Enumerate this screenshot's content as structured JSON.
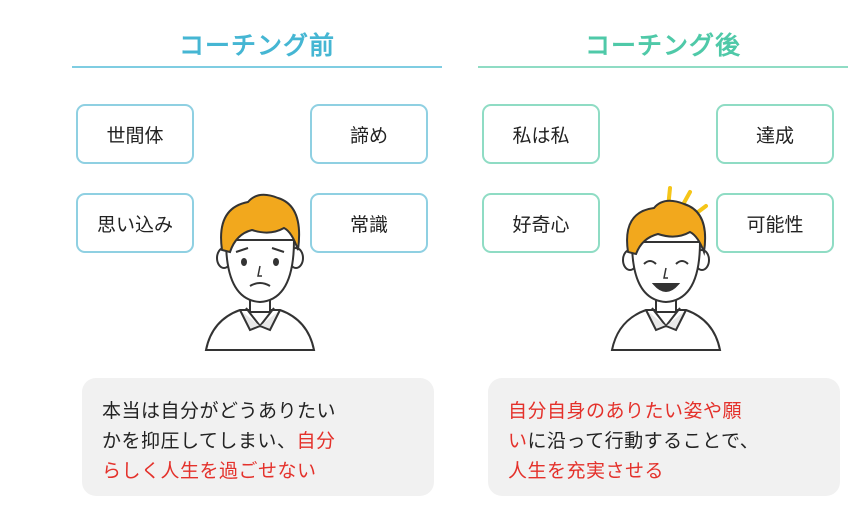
{
  "before": {
    "title": "コーチング前",
    "boxes": [
      "世間体",
      "諦め",
      "思い込み",
      "常識"
    ],
    "caption": {
      "line1": "本当は自分がどうありたい",
      "line2_normal": "かを抑圧してしまい、",
      "line2_red": "自分",
      "line3_red": "らしく人生を過ごせない"
    }
  },
  "after": {
    "title": "コーチング後",
    "boxes": [
      "私は私",
      "達成",
      "好奇心",
      "可能性"
    ],
    "caption": {
      "line1_red": "自分自身のありたい姿や願",
      "line2_red": "い",
      "line2_normal": "に沿って行動することで、",
      "line3_red": "人生を充実させる"
    }
  },
  "colors": {
    "before_accent": "#45b6d3",
    "after_accent": "#4fc9a8",
    "highlight_red": "#e4312b",
    "hair": "#f2a81d",
    "sparkle": "#f5c518"
  },
  "icons": {
    "before_person": "worried-person-icon",
    "after_person": "smiling-person-icon"
  }
}
